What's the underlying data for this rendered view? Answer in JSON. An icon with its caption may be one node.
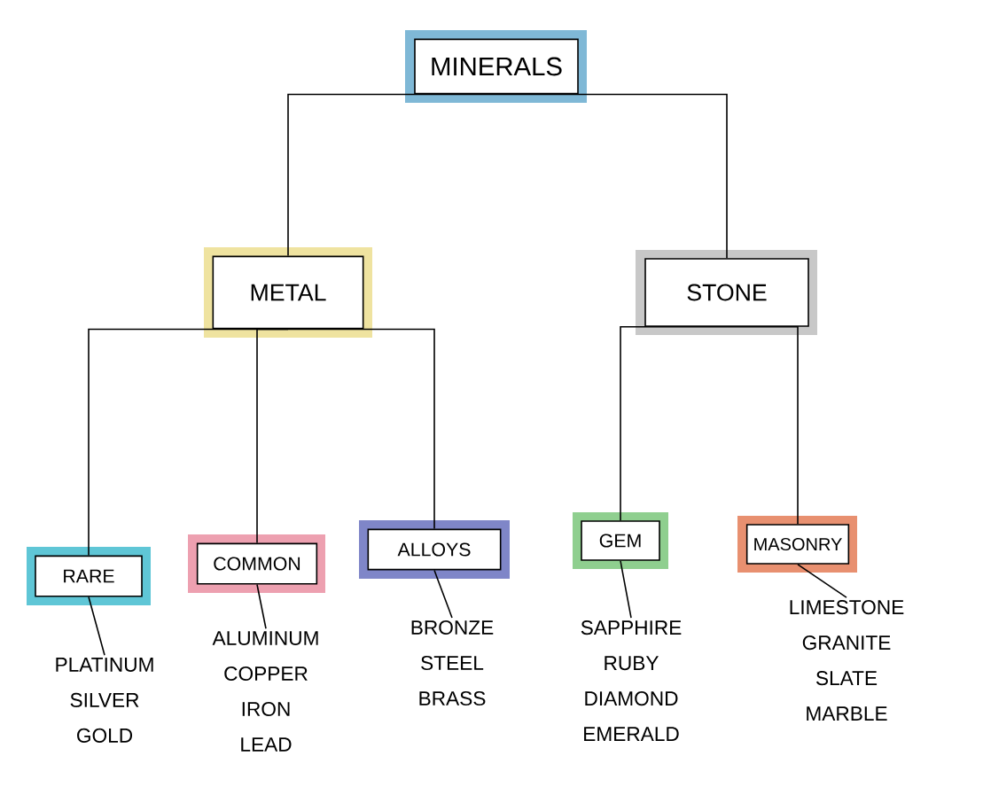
{
  "diagram": {
    "nodes": [
      {
        "text": [
          "MINERALS"
        ]
      },
      {
        "text": [
          "METAL"
        ]
      },
      {
        "text": [
          "STONE"
        ]
      },
      {
        "text": [
          "RARE"
        ]
      },
      {
        "text": [
          "COMMON"
        ]
      },
      {
        "text": [
          "ALLOYS"
        ]
      },
      {
        "text": [
          "GEM"
        ]
      },
      {
        "text": [
          "MASONRY"
        ]
      },
      {
        "text": [
          "PLATINUM",
          "SILVER",
          "GOLD"
        ]
      },
      {
        "text": [
          "ALUMINUM",
          "COPPER",
          "IRON",
          "LEAD"
        ]
      },
      {
        "text": [
          "BRONZE",
          "STEEL",
          "BRASS"
        ]
      },
      {
        "text": [
          "SAPPHIRE",
          "RUBY",
          "DIAMOND",
          "EMERALD"
        ]
      },
      {
        "text": [
          "LIMESTONE",
          "GRANITE",
          "SLATE",
          "MARBLE"
        ]
      }
    ],
    "edges": [
      {
        "from": 0,
        "to": 1,
        "arrow": "none"
      },
      {
        "from": 0,
        "to": 2,
        "arrow": "none"
      },
      {
        "from": 1,
        "to": 3,
        "arrow": "none"
      },
      {
        "from": 1,
        "to": 4,
        "arrow": "none"
      },
      {
        "from": 1,
        "to": 5,
        "arrow": "none"
      },
      {
        "from": 2,
        "to": 6,
        "arrow": "none"
      },
      {
        "from": 2,
        "to": 7,
        "arrow": "none"
      },
      {
        "from": 3,
        "to": 8,
        "arrow": "none"
      },
      {
        "from": 4,
        "to": 9,
        "arrow": "none"
      },
      {
        "from": 5,
        "to": 10,
        "arrow": "none"
      },
      {
        "from": 6,
        "to": 11,
        "arrow": "none"
      },
      {
        "from": 7,
        "to": 12,
        "arrow": "none"
      }
    ]
  }
}
